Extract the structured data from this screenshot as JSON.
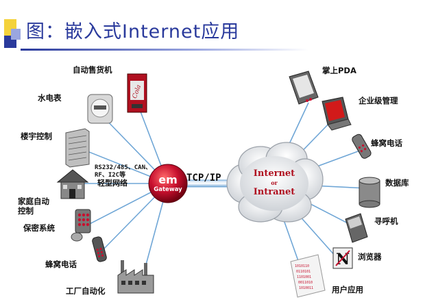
{
  "title": "图：嵌入式Internet应用",
  "gateway": {
    "logo": "em",
    "label": "Gateway"
  },
  "cloud": {
    "line1": "Internet",
    "line2": "or",
    "line3": "Intranet"
  },
  "link_label": "TCP/IP",
  "bus_label": {
    "line1": "RS232/485、CAN、",
    "line2": "RF、I2C等",
    "line3": "轻型网络"
  },
  "left_devices": [
    {
      "id": "vending",
      "label": "自动售货机",
      "icon": "vending-machine-icon"
    },
    {
      "id": "meter",
      "label": "水电表",
      "icon": "meter-icon"
    },
    {
      "id": "building",
      "label": "楼宇控制",
      "icon": "building-icon"
    },
    {
      "id": "home",
      "label": "家庭自动\n控制",
      "icon": "house-icon"
    },
    {
      "id": "security",
      "label": "保密系统",
      "icon": "security-keypad-icon"
    },
    {
      "id": "cell",
      "label": "蜂窝电话",
      "icon": "cellphone-icon"
    },
    {
      "id": "factory",
      "label": "工厂自动化",
      "icon": "factory-icon"
    }
  ],
  "right_devices": [
    {
      "id": "pda",
      "label": "掌上PDA",
      "icon": "pda-icon"
    },
    {
      "id": "mgmt",
      "label": "企业级管理",
      "icon": "monitor-icon"
    },
    {
      "id": "cell2",
      "label": "蜂窝电话",
      "icon": "cellphone-icon"
    },
    {
      "id": "db",
      "label": "数据库",
      "icon": "database-icon"
    },
    {
      "id": "pager",
      "label": "寻呼机",
      "icon": "pager-icon"
    },
    {
      "id": "browser",
      "label": "浏览器",
      "icon": "browser-icon"
    },
    {
      "id": "app",
      "label": "用户应用",
      "icon": "binary-data-icon"
    }
  ],
  "colors": {
    "title": "#2a3a9c",
    "line": "#6fa6d6",
    "gateway": "#c8102e",
    "cloud": "#e9ebee"
  }
}
